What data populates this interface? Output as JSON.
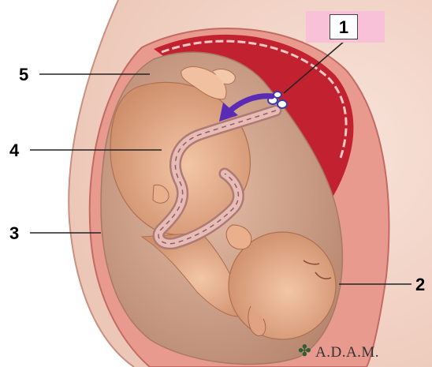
{
  "labels": [
    "1",
    "2",
    "3",
    "4",
    "5"
  ],
  "credit": {
    "text": "A.D.A.M."
  },
  "colors": {
    "skin": "#f0c9b8",
    "uterine_wall": "#e68f86",
    "placenta": "#c2222f",
    "amniotic_cavity": "#c9a088",
    "fetus": "#e8b090",
    "cord": "#d6a6a0",
    "arrow": "#5a2bb5",
    "label_highlight": "#f9c1d8",
    "logo": "#2f5d35"
  }
}
